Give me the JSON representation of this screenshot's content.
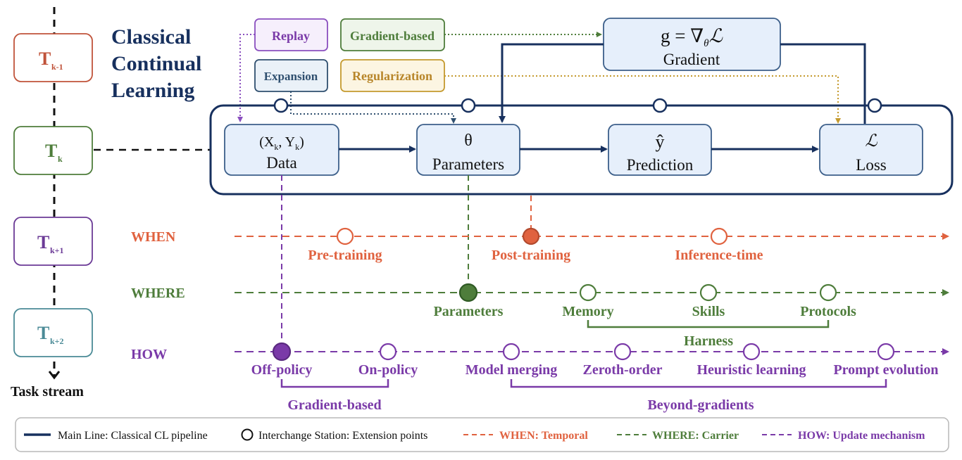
{
  "title": [
    "Classical",
    "Continual",
    "Learning"
  ],
  "tasks": [
    {
      "label": "T",
      "sub": "k-1",
      "color": "#c0533a"
    },
    {
      "label": "T",
      "sub": "k",
      "color": "#4e7d3b"
    },
    {
      "label": "T",
      "sub": "k+1",
      "color": "#6b3a96"
    },
    {
      "label": "T",
      "sub": "k+2",
      "color": "#4a8a96"
    }
  ],
  "task_stream_label": "Task stream",
  "methods": {
    "replay": "Replay",
    "gradient_based": "Gradient-based",
    "expansion": "Expansion",
    "regularization": "Regularization"
  },
  "gradient": {
    "formula_left": "g = ∇",
    "formula_sub": "θ",
    "formula_right": "ℒ",
    "label": "Gradient"
  },
  "pipeline": {
    "data": {
      "line1_a": "(X",
      "line1_b": "k",
      "line1_c": ", Y",
      "line1_d": "k",
      "line1_e": ")",
      "label": "Data"
    },
    "params": {
      "symbol": "θ",
      "label": "Parameters"
    },
    "prediction": {
      "symbol": "ŷ",
      "label": "Prediction"
    },
    "loss": {
      "symbol": "ℒ",
      "label": "Loss"
    }
  },
  "when": {
    "label": "WHEN",
    "color": "#e0623f",
    "stations": [
      "Pre-training",
      "Post-training",
      "Inference-time"
    ]
  },
  "where": {
    "label": "WHERE",
    "color": "#4e7d3b",
    "stations": [
      "Parameters",
      "Memory",
      "Skills",
      "Protocols"
    ],
    "group": "Harness"
  },
  "how": {
    "label": "HOW",
    "color": "#7a3aa8",
    "stations": [
      "Off-policy",
      "On-policy",
      "Model merging",
      "Zeroth-order",
      "Heuristic learning",
      "Prompt evolution"
    ],
    "group_left": "Gradient-based",
    "group_right": "Beyond-gradients"
  },
  "legend": {
    "main_line": "Main Line: Classical CL pipeline",
    "station": "Interchange Station: Extension points",
    "when": "WHEN: Temporal",
    "where": "WHERE: Carrier",
    "how": "HOW: Update mechanism"
  },
  "colors": {
    "navy": "#17305e",
    "box_fill": "#e6effb",
    "box_stroke": "#3c5f8a",
    "replay": "#8a4fbf",
    "gradient_method": "#4e7d3b",
    "expansion": "#2f4f6f",
    "regularization": "#c49a2e"
  }
}
